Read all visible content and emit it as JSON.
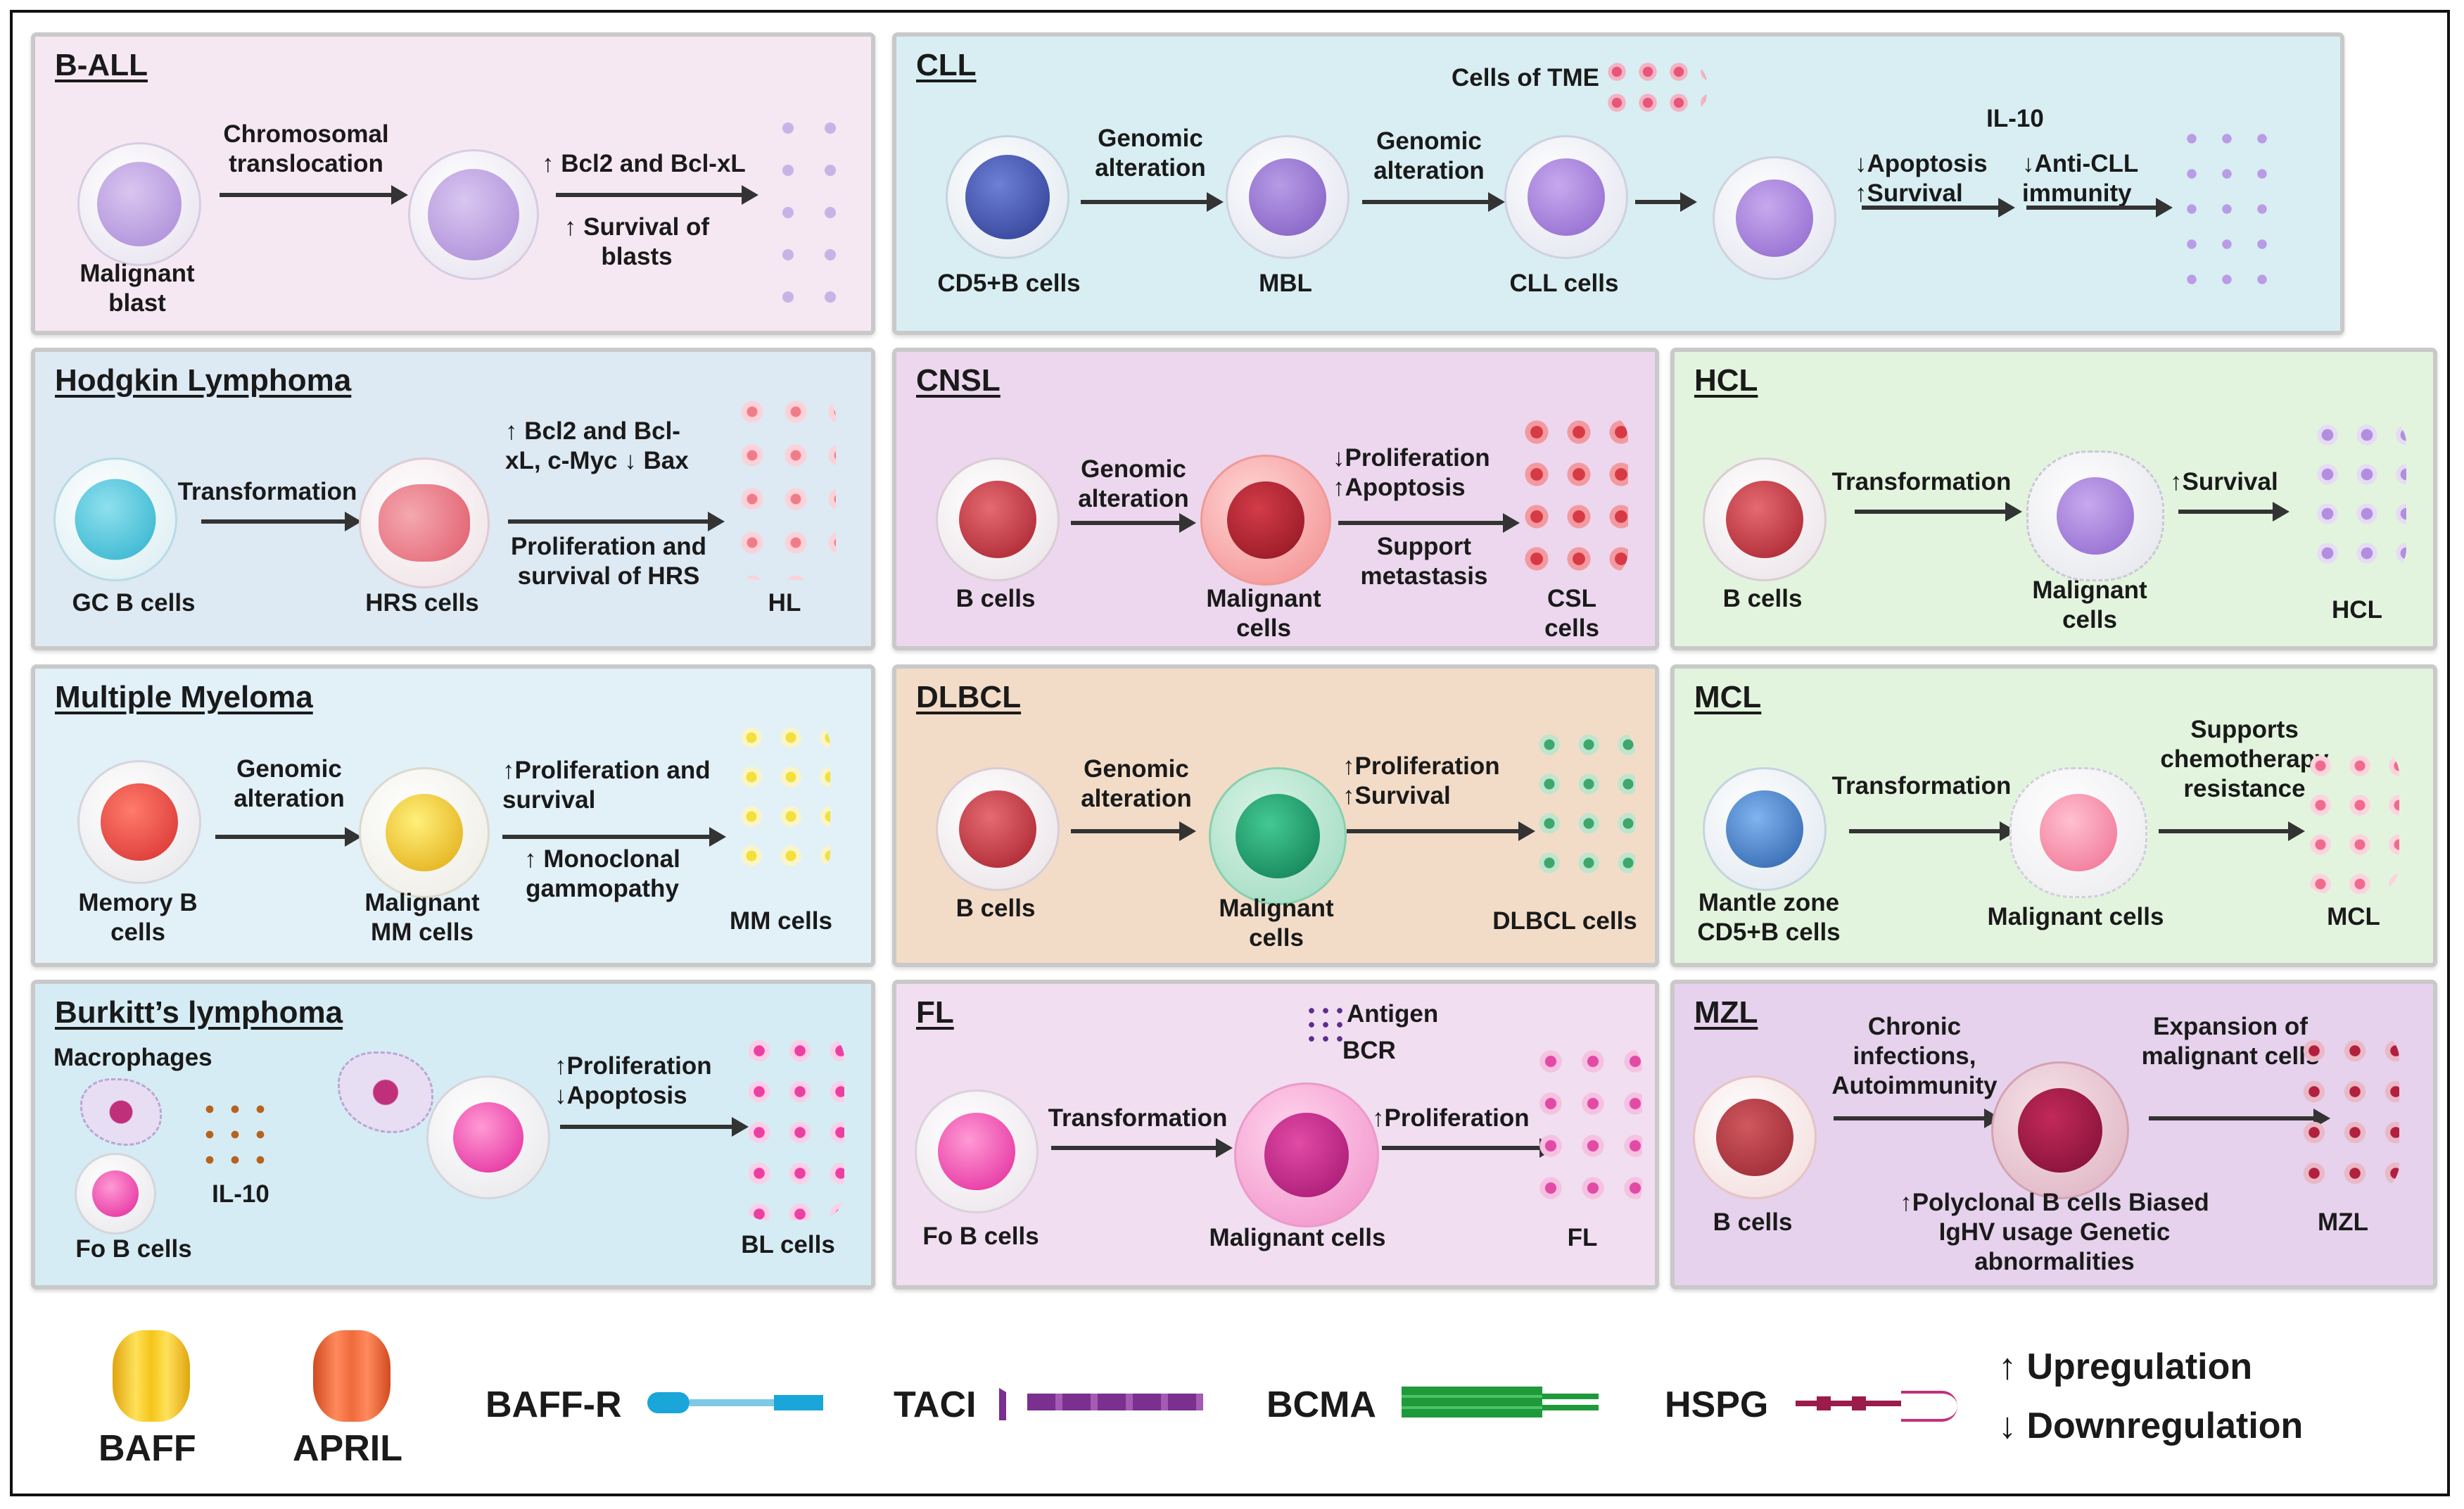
{
  "colors": {
    "baff": "#f5c518",
    "april": "#f06a3c",
    "baffr": "#1aa6d8",
    "taci": "#7b2f8e",
    "bcma": "#1e9a3a",
    "hspg": "#9b1b4b"
  },
  "panels": {
    "ball": {
      "title": "B-ALL",
      "step1": "Chromosomal translocation",
      "effect1": "↑ Bcl2 and Bcl-xL",
      "effect2": "↑ Survival of blasts",
      "start_label": "Malignant blast"
    },
    "cll": {
      "title": "CLL",
      "tme": "Cells of TME",
      "step1": "Genomic alteration",
      "step2": "Genomic alteration",
      "il10": "IL-10",
      "effect1": "↓Apoptosis ↑Survival",
      "effect2": "↓Anti-CLL immunity",
      "label1": "CD5+B cells",
      "label2": "MBL",
      "label3": "CLL cells"
    },
    "hodgkin": {
      "title": "Hodgkin Lymphoma",
      "step1": "Transformation",
      "effect1": "↑ Bcl2 and Bcl-xL, c-Myc ↓ Bax",
      "effect2": "Proliferation and survival of HRS",
      "label1": "GC B cells",
      "label2": "HRS cells",
      "label3": "HL"
    },
    "cnsl": {
      "title": "CNSL",
      "step1": "Genomic alteration",
      "effect1": "↓Proliferation ↑Apoptosis",
      "effect2": "Support metastasis",
      "label1": "B cells",
      "label2": "Malignant cells",
      "label3": "CSL cells"
    },
    "hcl": {
      "title": "HCL",
      "step1": "Transformation",
      "effect1": "↑Survival",
      "label1": "B cells",
      "label2": "Malignant cells",
      "label3": "HCL"
    },
    "mm": {
      "title": "Multiple Myeloma",
      "step1": "Genomic alteration",
      "effect1": "↑Proliferation and survival",
      "effect2": "↑ Monoclonal gammopathy",
      "label1": "Memory B cells",
      "label2": "Malignant MM cells",
      "label3": "MM cells"
    },
    "dlbcl": {
      "title": "DLBCL",
      "step1": "Genomic alteration",
      "effect1": "↑Proliferation ↑Survival",
      "label1": "B cells",
      "label2": "Malignant cells",
      "label3": "DLBCL cells"
    },
    "mcl": {
      "title": "MCL",
      "step1": "Transformation",
      "effect1": "Supports chemotherapy resistance",
      "label1": "Mantle zone CD5+B cells",
      "label2": "Malignant cells",
      "label3": "MCL"
    },
    "burkitt": {
      "title": "Burkitt’s lymphoma",
      "macrophages": "Macrophages",
      "il10": "IL-10",
      "effect1": "↑Proliferation ↓Apoptosis",
      "label1": "Fo B cells",
      "label3": "BL cells"
    },
    "fl": {
      "title": "FL",
      "antigen": "Antigen",
      "bcr": "BCR",
      "step1": "Transformation",
      "effect1": "↑Proliferation",
      "label1": "Fo B cells",
      "label2": "Malignant cells",
      "label3": "FL"
    },
    "mzl": {
      "title": "MZL",
      "step1": "Chronic infections, Autoimmunity",
      "effect1": "Expansion of malignant cells",
      "effect2": "↑Polyclonal B cells Biased IgHV usage Genetic abnormalities",
      "label1": "B cells",
      "label3": "MZL"
    }
  },
  "legend": {
    "baff": "BAFF",
    "april": "APRIL",
    "baffr": "BAFF-R",
    "taci": "TACI",
    "bcma": "BCMA",
    "hspg": "HSPG",
    "up": "↑ Upregulation",
    "down": "↓ Downregulation"
  }
}
